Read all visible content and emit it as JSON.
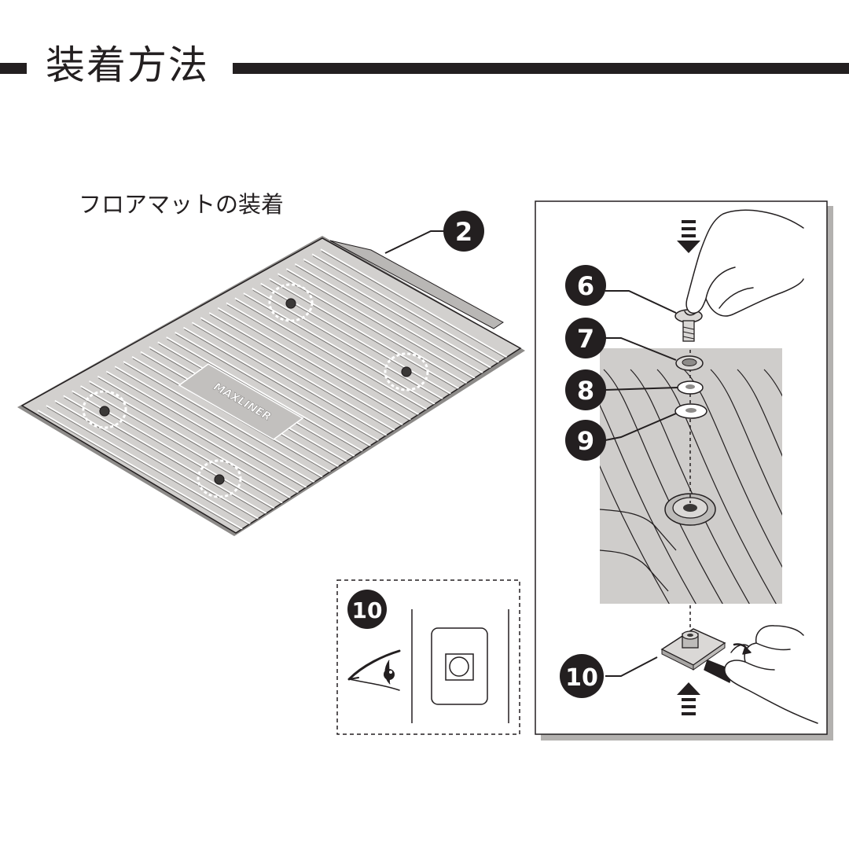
{
  "heading": {
    "title": "装着方法"
  },
  "subtitle": "フロアマットの装着",
  "mat": {
    "logo_text": "MAXLINER"
  },
  "callouts": {
    "mat": "2",
    "bolt": "6",
    "washer_a": "7",
    "washer_b": "8",
    "washer_c": "9",
    "clip": "10",
    "inset": "10"
  },
  "colors": {
    "ink": "#231f20",
    "mat_fill": "#d2d0ce",
    "detail_fill": "#cfcdcb",
    "shadow": "#b3b1af"
  }
}
